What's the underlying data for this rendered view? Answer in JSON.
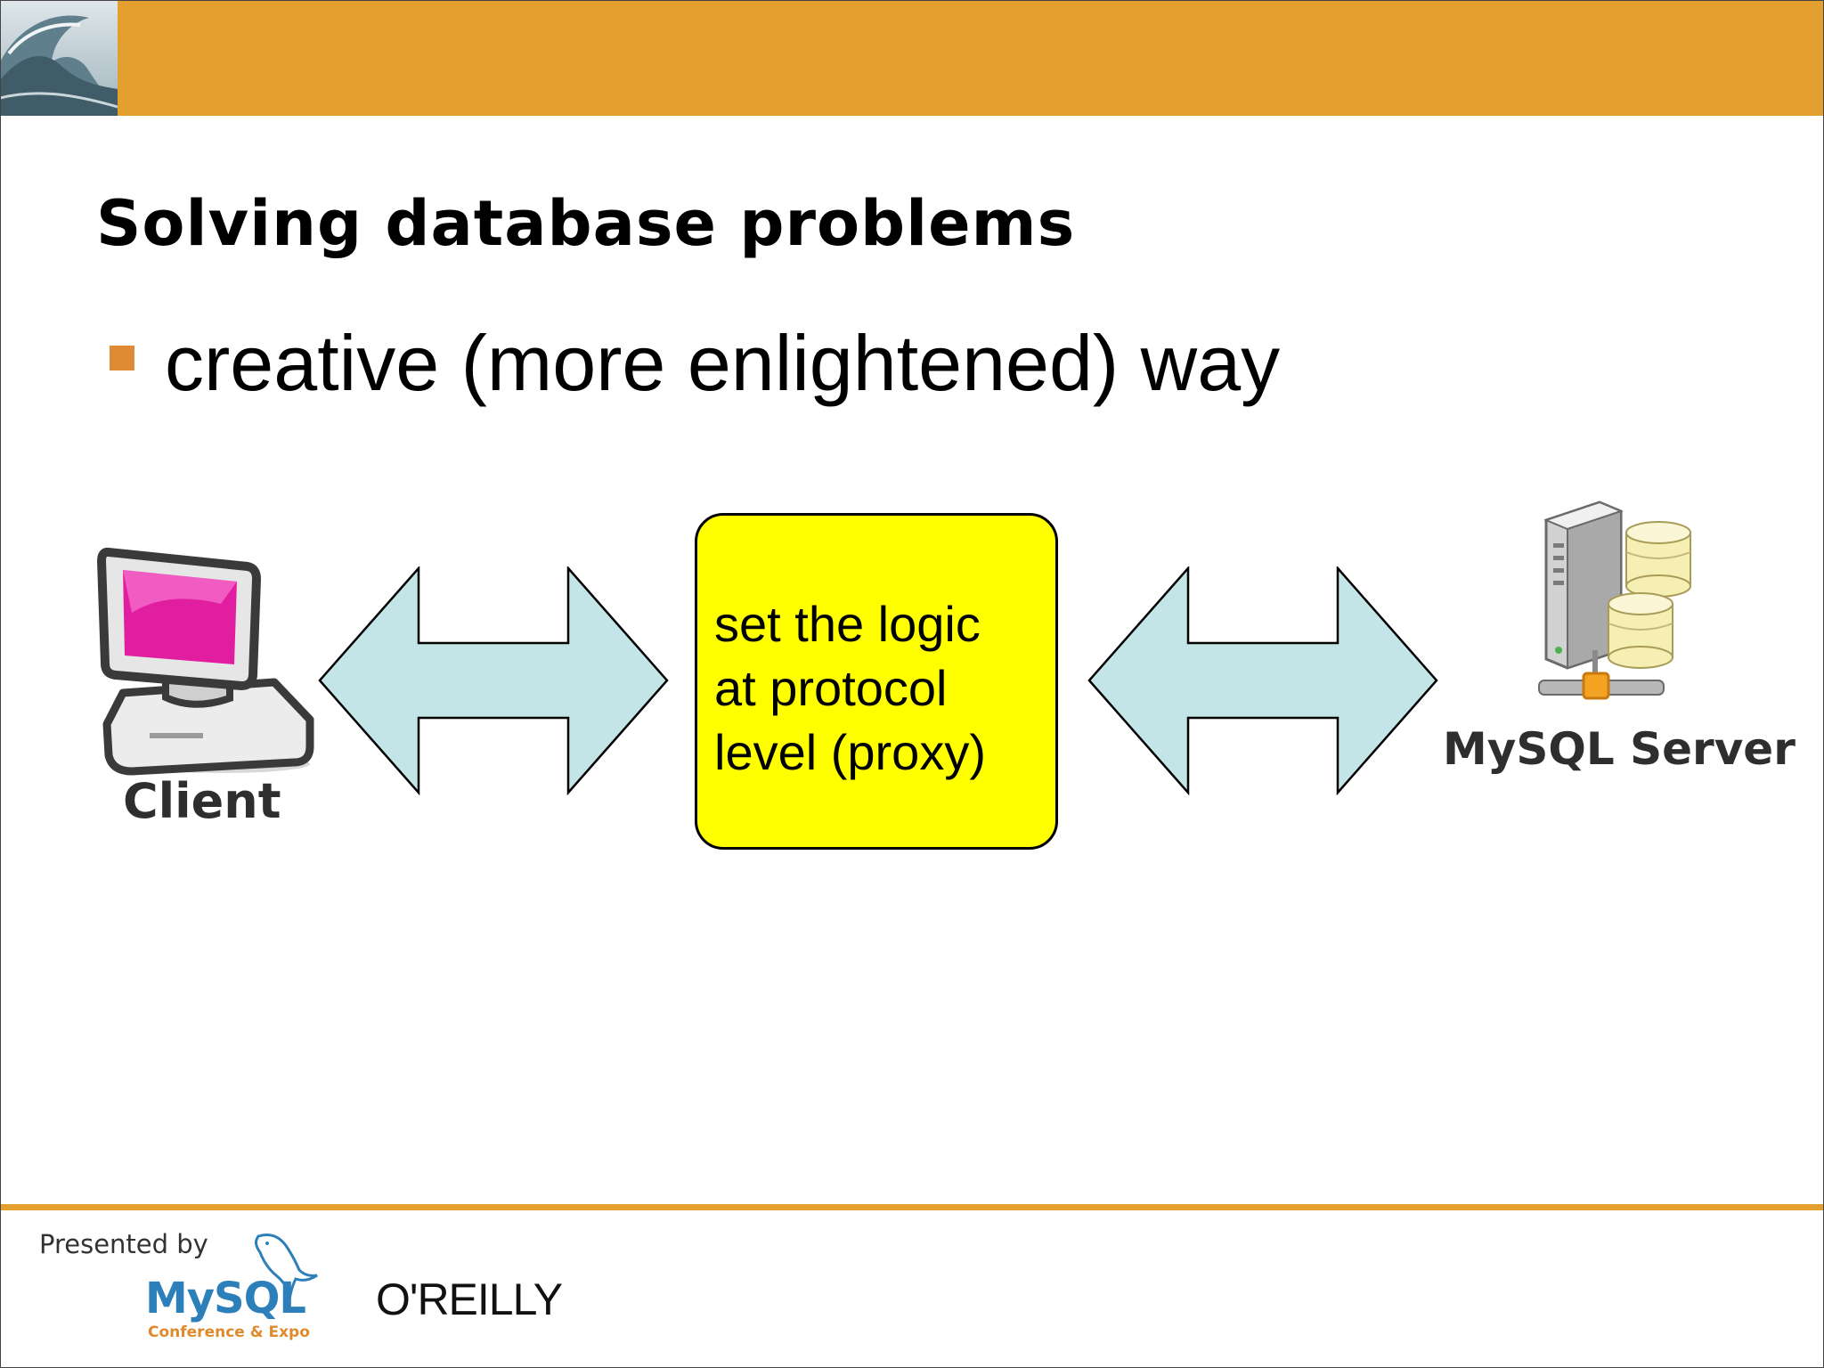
{
  "slide": {
    "title": "Solving database problems",
    "bullet": "creative (more enlightened) way"
  },
  "diagram": {
    "nodes": [
      {
        "id": "client",
        "label": "Client",
        "icon": "desktop-computer-icon"
      },
      {
        "id": "proxy",
        "lines": [
          "set the logic",
          "at protocol",
          "level (proxy)"
        ],
        "color": "#ffff00"
      },
      {
        "id": "server",
        "label": "MySQL Server",
        "icon": "database-server-icon"
      }
    ],
    "edges": [
      {
        "from": "client",
        "to": "proxy",
        "direction": "bidirectional"
      },
      {
        "from": "proxy",
        "to": "server",
        "direction": "bidirectional"
      }
    ],
    "arrow_fill": "#c4e5e8"
  },
  "footer": {
    "presented_by": "Presented by",
    "mysql_logo": "MySQL",
    "mysql_tagline": "Conference & Expo",
    "oreilly_logo": "O'REILLY"
  },
  "colors": {
    "accent": "#e4a02e",
    "bullet": "#df8b35"
  }
}
